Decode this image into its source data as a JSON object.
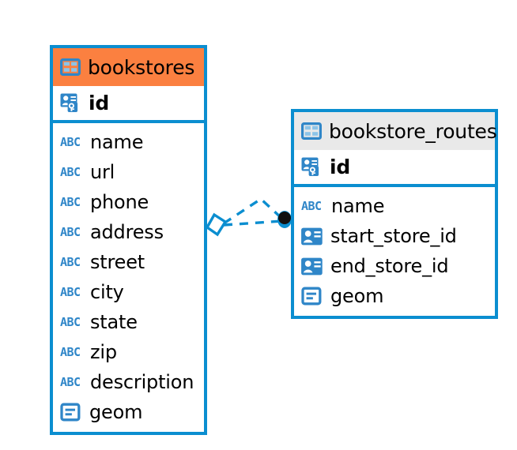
{
  "diagram": {
    "type": "entity-relationship-diagram",
    "background": "#ffffff",
    "accent_color": "#0b8ed0",
    "highlight_color": "#fb8040",
    "neutral_header_color": "#e9e9e9"
  },
  "entities": [
    {
      "name": "bookstores",
      "header_style": "orange",
      "primary_key": {
        "label": "id",
        "icon": "primary-key-icon"
      },
      "fields": [
        {
          "label": "name",
          "icon": "abc-icon",
          "type": "text"
        },
        {
          "label": "url",
          "icon": "abc-icon",
          "type": "text"
        },
        {
          "label": "phone",
          "icon": "abc-icon",
          "type": "text"
        },
        {
          "label": "address",
          "icon": "abc-icon",
          "type": "text"
        },
        {
          "label": "street",
          "icon": "abc-icon",
          "type": "text"
        },
        {
          "label": "city",
          "icon": "abc-icon",
          "type": "text"
        },
        {
          "label": "state",
          "icon": "abc-icon",
          "type": "text"
        },
        {
          "label": "zip",
          "icon": "abc-icon",
          "type": "text"
        },
        {
          "label": "description",
          "icon": "abc-icon",
          "type": "text"
        },
        {
          "label": "geom",
          "icon": "geometry-icon",
          "type": "geometry"
        }
      ]
    },
    {
      "name": "bookstore_routes",
      "header_style": "grey",
      "primary_key": {
        "label": "id",
        "icon": "primary-key-icon"
      },
      "fields": [
        {
          "label": "name",
          "icon": "abc-icon",
          "type": "text"
        },
        {
          "label": "start_store_id",
          "icon": "foreign-key-icon",
          "type": "reference"
        },
        {
          "label": "end_store_id",
          "icon": "foreign-key-icon",
          "type": "reference"
        },
        {
          "label": "geom",
          "icon": "geometry-icon",
          "type": "geometry"
        }
      ]
    }
  ],
  "relationship": {
    "from_entity": "bookstores",
    "to_entity": "bookstore_routes",
    "line_style": "dashed",
    "line_color": "#0b8ed0",
    "source_marker": "diamond-marker",
    "target_marker": "filled-circle-marker"
  },
  "icon_glyphs": {
    "abc-icon": "ABC",
    "table-icon": "table-grid",
    "primary-key-icon": "person-card-key",
    "foreign-key-icon": "person-card",
    "geometry-icon": "box-lines"
  }
}
